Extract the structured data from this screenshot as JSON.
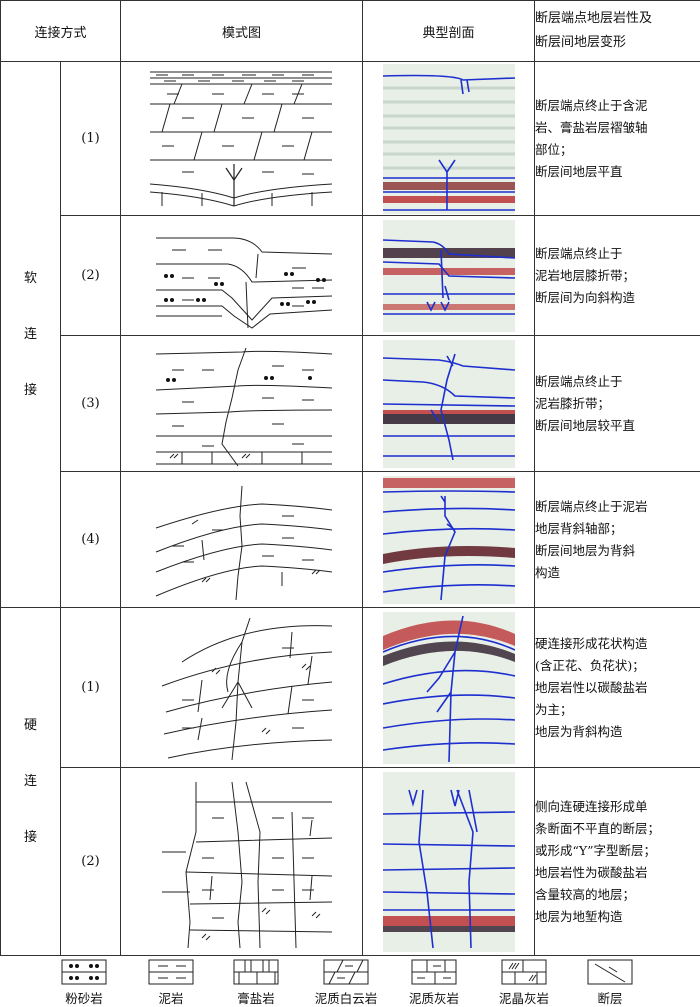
{
  "header": {
    "col_connection": "连接方式",
    "col_model": "模式图",
    "col_section": "典型剖面",
    "col_desc_line1": "断层端点地层岩性及",
    "col_desc_line2": "断层间地层变形"
  },
  "soft": {
    "char1": "软",
    "char2": "连",
    "char3": "接",
    "rows": [
      {
        "num": "(1)",
        "desc": [
          "断层端点终止于含泥",
          "岩、膏盐岩层褶皱轴",
          "部位；",
          "断层间地层平直"
        ]
      },
      {
        "num": "(2)",
        "desc": [
          "断层端点终止于",
          "泥岩地层膝折带；",
          "断层间为向斜构造"
        ]
      },
      {
        "num": "(3)",
        "desc": [
          "断层端点终止于",
          "泥岩膝折带；",
          "断层间地层较平直"
        ]
      },
      {
        "num": "(4)",
        "desc": [
          "断层端点终止于泥岩",
          "地层背斜轴部；",
          "断层间地层为背斜",
          "构造"
        ]
      }
    ]
  },
  "hard": {
    "char1": "硬",
    "char2": "连",
    "char3": "接",
    "rows": [
      {
        "num": "(1)",
        "desc": [
          "硬连接形成花状构造",
          "(含正花、负花状)；",
          "地层岩性以碳酸盐岩",
          "为主；",
          "地层为背斜构造"
        ]
      },
      {
        "num": "(2)",
        "desc": [
          "侧向连硬连接形成单",
          "条断面不平直的断层；",
          "或形成“Y”字型断层；",
          "地层岩性为碳酸盐岩",
          "含量较高的地层；",
          "地层为地堑构造"
        ]
      }
    ]
  },
  "legend": [
    "粉砂岩",
    "泥岩",
    "膏盐岩",
    "泥质白云岩",
    "泥质灰岩",
    "泥晶灰岩",
    "断层"
  ],
  "colors": {
    "seismic_red": "#b8282a",
    "seismic_blue": "#1e2fd0",
    "line": "#222222"
  }
}
